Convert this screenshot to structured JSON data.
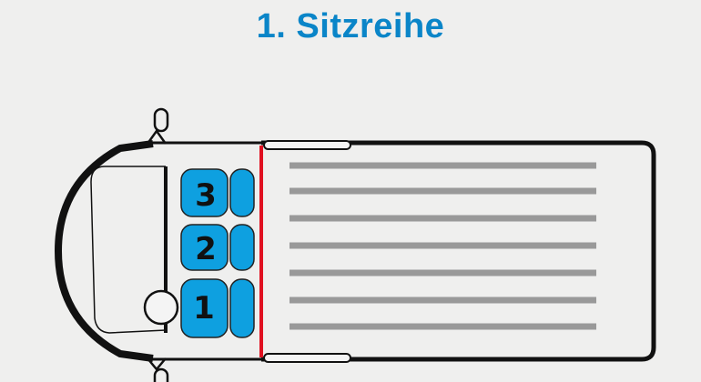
{
  "title": "1. Sitzreihe",
  "colors": {
    "title": "#0a85c8",
    "seat": "#0ea0e0",
    "partition": "#e01020",
    "cargo_lines": "#999999"
  },
  "seats": [
    {
      "label": "3"
    },
    {
      "label": "2"
    },
    {
      "label": "1"
    }
  ]
}
